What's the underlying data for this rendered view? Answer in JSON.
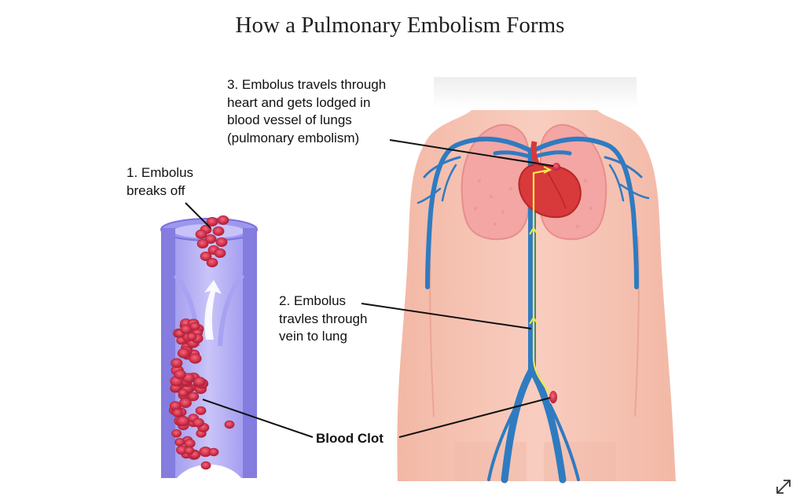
{
  "title": "How a Pulmonary Embolism Forms",
  "labels": {
    "step1": [
      "1. Embolus",
      "breaks off"
    ],
    "step2": [
      "2. Embolus",
      "travles through",
      "vein to lung"
    ],
    "step3": [
      "3. Embolus travels through",
      "heart and gets lodged in",
      "blood vessel of lungs",
      "(pulmonary embolism)"
    ],
    "clot": "Blood Clot"
  },
  "icons": {
    "expand": "expand-icon"
  },
  "colors": {
    "vein": "#2f7bc1",
    "vessel_wall": "#8a82e6",
    "vessel_inner": "#bdb8f5",
    "blood_cell": "#d6354f",
    "skin": "#f6c2b2",
    "lungs": "#f2a2a2",
    "heart": "#d83a3a",
    "path": "#f3e84a"
  }
}
